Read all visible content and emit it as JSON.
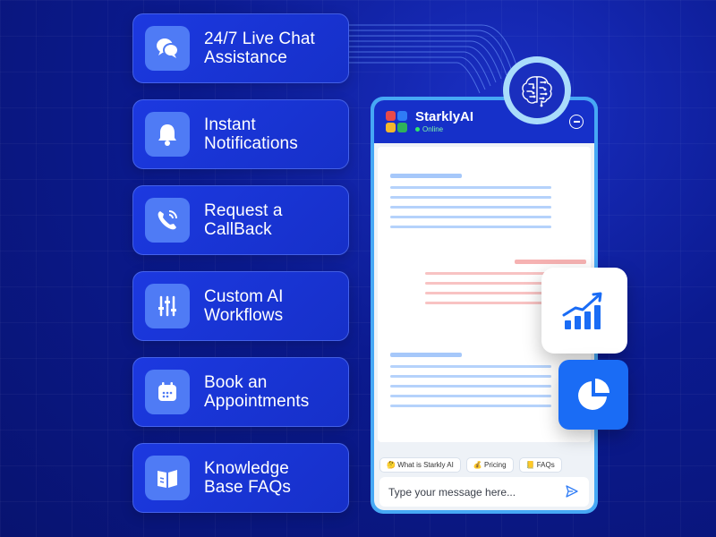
{
  "features": [
    {
      "label": "24/7 Live Chat\nAssistance",
      "icon": "chat-bubbles-icon"
    },
    {
      "label": "Instant\nNotifications",
      "icon": "bell-icon"
    },
    {
      "label": "Request a\nCallBack",
      "icon": "phone-callback-icon"
    },
    {
      "label": "Custom AI\nWorkflows",
      "icon": "sliders-icon"
    },
    {
      "label": "Book an\nAppointments",
      "icon": "calendar-icon"
    },
    {
      "label": "Knowledge\nBase FAQs",
      "icon": "book-icon"
    }
  ],
  "chat": {
    "brand_name": "StarklyAI",
    "status": "Online",
    "chips": [
      "🤔 What is Starkly AI",
      "💰 Pricing",
      "📒 FAQs"
    ],
    "input_placeholder": "Type your message here..."
  },
  "colors": {
    "background": "#0b1a8f",
    "card": "#1c39e0",
    "icon_box": "#4f7bf5",
    "chat_border": "#46a8f5",
    "chat_header": "#1630c9",
    "online": "#2ee66b",
    "pie_card": "#1a6cf5"
  },
  "decorations": [
    "brain-circuit-icon",
    "growth-chart-icon",
    "pie-chart-icon"
  ]
}
